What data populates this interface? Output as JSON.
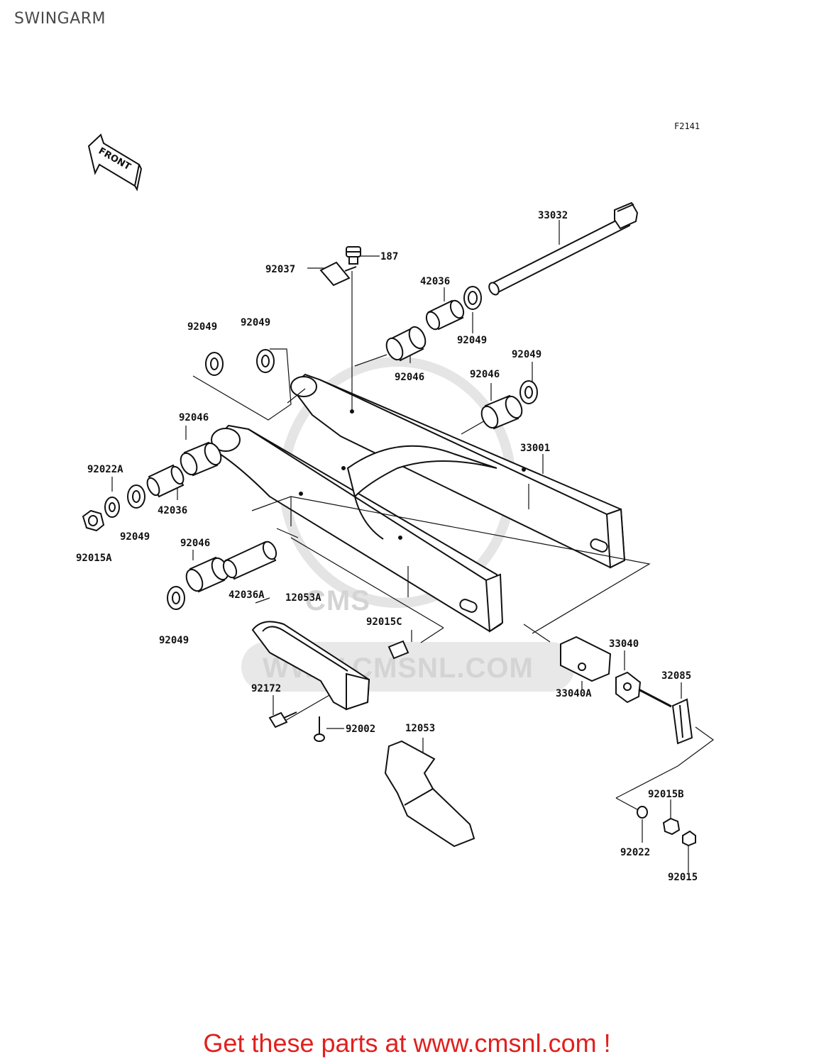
{
  "page": {
    "title": "SWINGARM",
    "figure_code": "F2141"
  },
  "front_arrow": {
    "label": "FRONT",
    "icon": "front-arrow-icon"
  },
  "watermark": {
    "text": "WWW.CMSNL.COM",
    "logo": "CMS"
  },
  "parts": {
    "p33032": "33032",
    "p187": "187",
    "p92037": "92037",
    "p42036_top": "42036",
    "p92049_top_right": "92049",
    "p92049_left1": "92049",
    "p92049_left2": "92049",
    "p92046_center": "92046",
    "p92049_right": "92049",
    "p92046_right": "92046",
    "p92046_left": "92046",
    "p33001": "33001",
    "p92022A": "92022A",
    "p42036_left": "42036",
    "p92049_left_lower": "92049",
    "p92015A": "92015A",
    "p92046_lower": "92046",
    "p42036A": "42036A",
    "p12053A": "12053A",
    "p92049_bottom": "92049",
    "p92015C": "92015C",
    "p33040": "33040",
    "p32085": "32085",
    "p92172": "92172",
    "p33040A": "33040A",
    "p92002": "92002",
    "p12053": "12053",
    "p92015B": "92015B",
    "p92022": "92022",
    "p92015": "92015"
  },
  "footer": {
    "text": "Get these parts at www.cmsnl.com !",
    "color": "#e0201e"
  }
}
